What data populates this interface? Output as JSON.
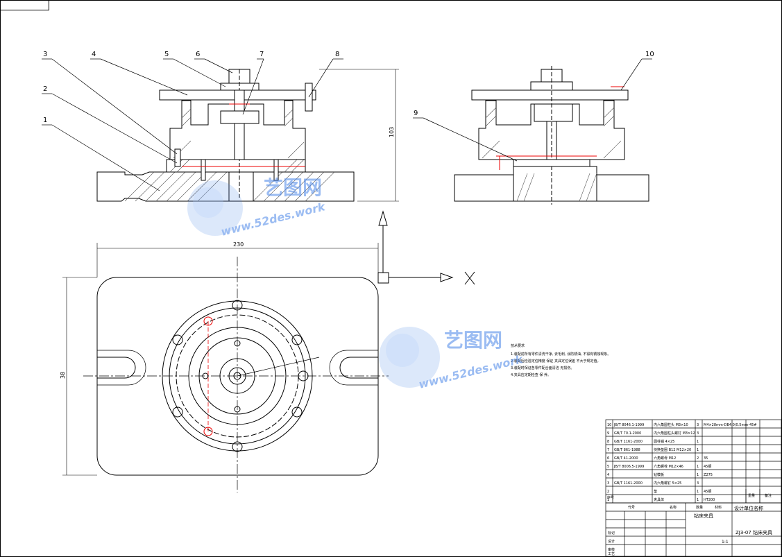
{
  "drawing": {
    "part_labels": [
      "1",
      "2",
      "3",
      "4",
      "5",
      "6",
      "7",
      "8",
      "9",
      "10"
    ],
    "axis_label": "X",
    "dim_width": "230",
    "dim_height_plan": "38",
    "dim_height_section": "103"
  },
  "notes": {
    "heading": "技术要求",
    "lines": [
      "1.装配前所有零件清洗干净, 去毛刺, 涂防锈油, 不得有锈蚀现象。",
      "2.装配后检验定位精度 保证 夹具定位误差 不大于规定值。",
      "3.装配时保证各零件配合面清洁 无损伤。",
      "4.夹具应定期检查 保 养。"
    ]
  },
  "bom": {
    "rows": [
      {
        "no": "10",
        "code": "JB/T 8046.1-1999",
        "name": "内六角圆柱头 M3×10",
        "qty": "3",
        "material": "M4×28mm-DB4.0/0.5mm-45#"
      },
      {
        "no": "9",
        "code": "GB/T 70.1-2000",
        "name": "内六角圆柱头螺钉 M3×12",
        "qty": "3",
        "material": ""
      },
      {
        "no": "8",
        "code": "GB/T 1161-2000",
        "name": "圆柱销 4×25",
        "qty": "1",
        "material": ""
      },
      {
        "no": "7",
        "code": "GB/T 861-1988",
        "name": "快换垫圈 B12 M12×20",
        "qty": "1",
        "material": ""
      },
      {
        "no": "6",
        "code": "GB/T 41-2000",
        "name": "六角螺母 M12",
        "qty": "2",
        "material": "35"
      },
      {
        "no": "5",
        "code": "JB/T 8006.5-1999",
        "name": "六角螺栓 M12×46",
        "qty": "1",
        "material": "45钢"
      },
      {
        "no": "4",
        "code": "",
        "name": "钻模板",
        "qty": "1",
        "material": "Z275"
      },
      {
        "no": "3",
        "code": "GB/T 1161-2000",
        "name": "内六角螺钉 5×25",
        "qty": "3",
        "material": ""
      },
      {
        "no": "2",
        "code": "",
        "name": "垫",
        "qty": "1",
        "material": "45钢"
      },
      {
        "no": "1",
        "code": "",
        "name": "夹具体",
        "qty": "1",
        "material": "HT200"
      }
    ],
    "header": {
      "no": "序号",
      "code": "代号",
      "name": "名称",
      "qty": "数量",
      "material": "材料",
      "weight": "重量",
      "note": "备注"
    }
  },
  "title_block": {
    "drawing_name": "钻床夹具",
    "school": "设计单位名称",
    "drawing_code": "ZJ3-07 钻床夹具",
    "scale": "1:1",
    "row_labels": [
      "标记",
      "设计",
      "审核",
      "工艺"
    ]
  },
  "watermark": {
    "cn": "艺图网",
    "url": "www.52des.work",
    "color": "#4a86e8"
  }
}
